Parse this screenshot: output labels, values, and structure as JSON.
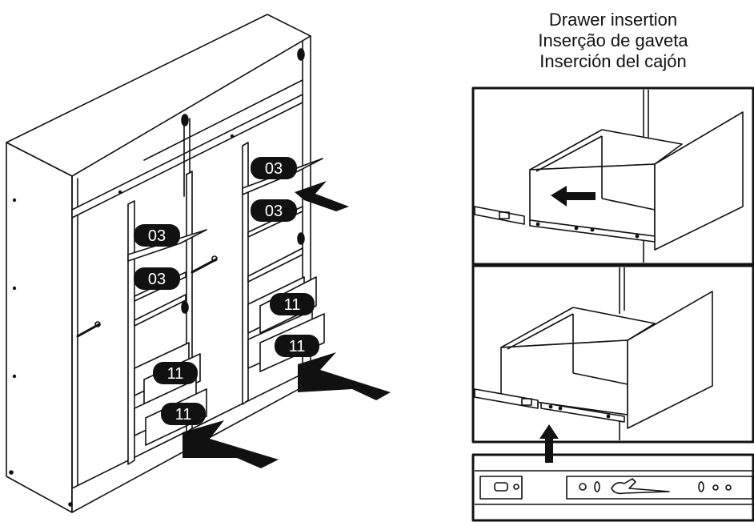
{
  "titles": {
    "en": "Drawer insertion",
    "pt": "Inserção de gaveta",
    "es": "Inserción del cajón"
  },
  "callouts": {
    "shelf": "03",
    "drawer": "11"
  },
  "colors": {
    "line": "#111111",
    "badge": "#111111",
    "badge_text": "#ffffff",
    "arrow": "#111111",
    "background": "#ffffff"
  },
  "icons": {
    "shelf_arrow": "insert-arrow-icon",
    "drawer_arrow": "insert-arrow-icon",
    "push_arrow": "arrow-left-icon",
    "lift_arrow": "arrow-up-icon"
  }
}
